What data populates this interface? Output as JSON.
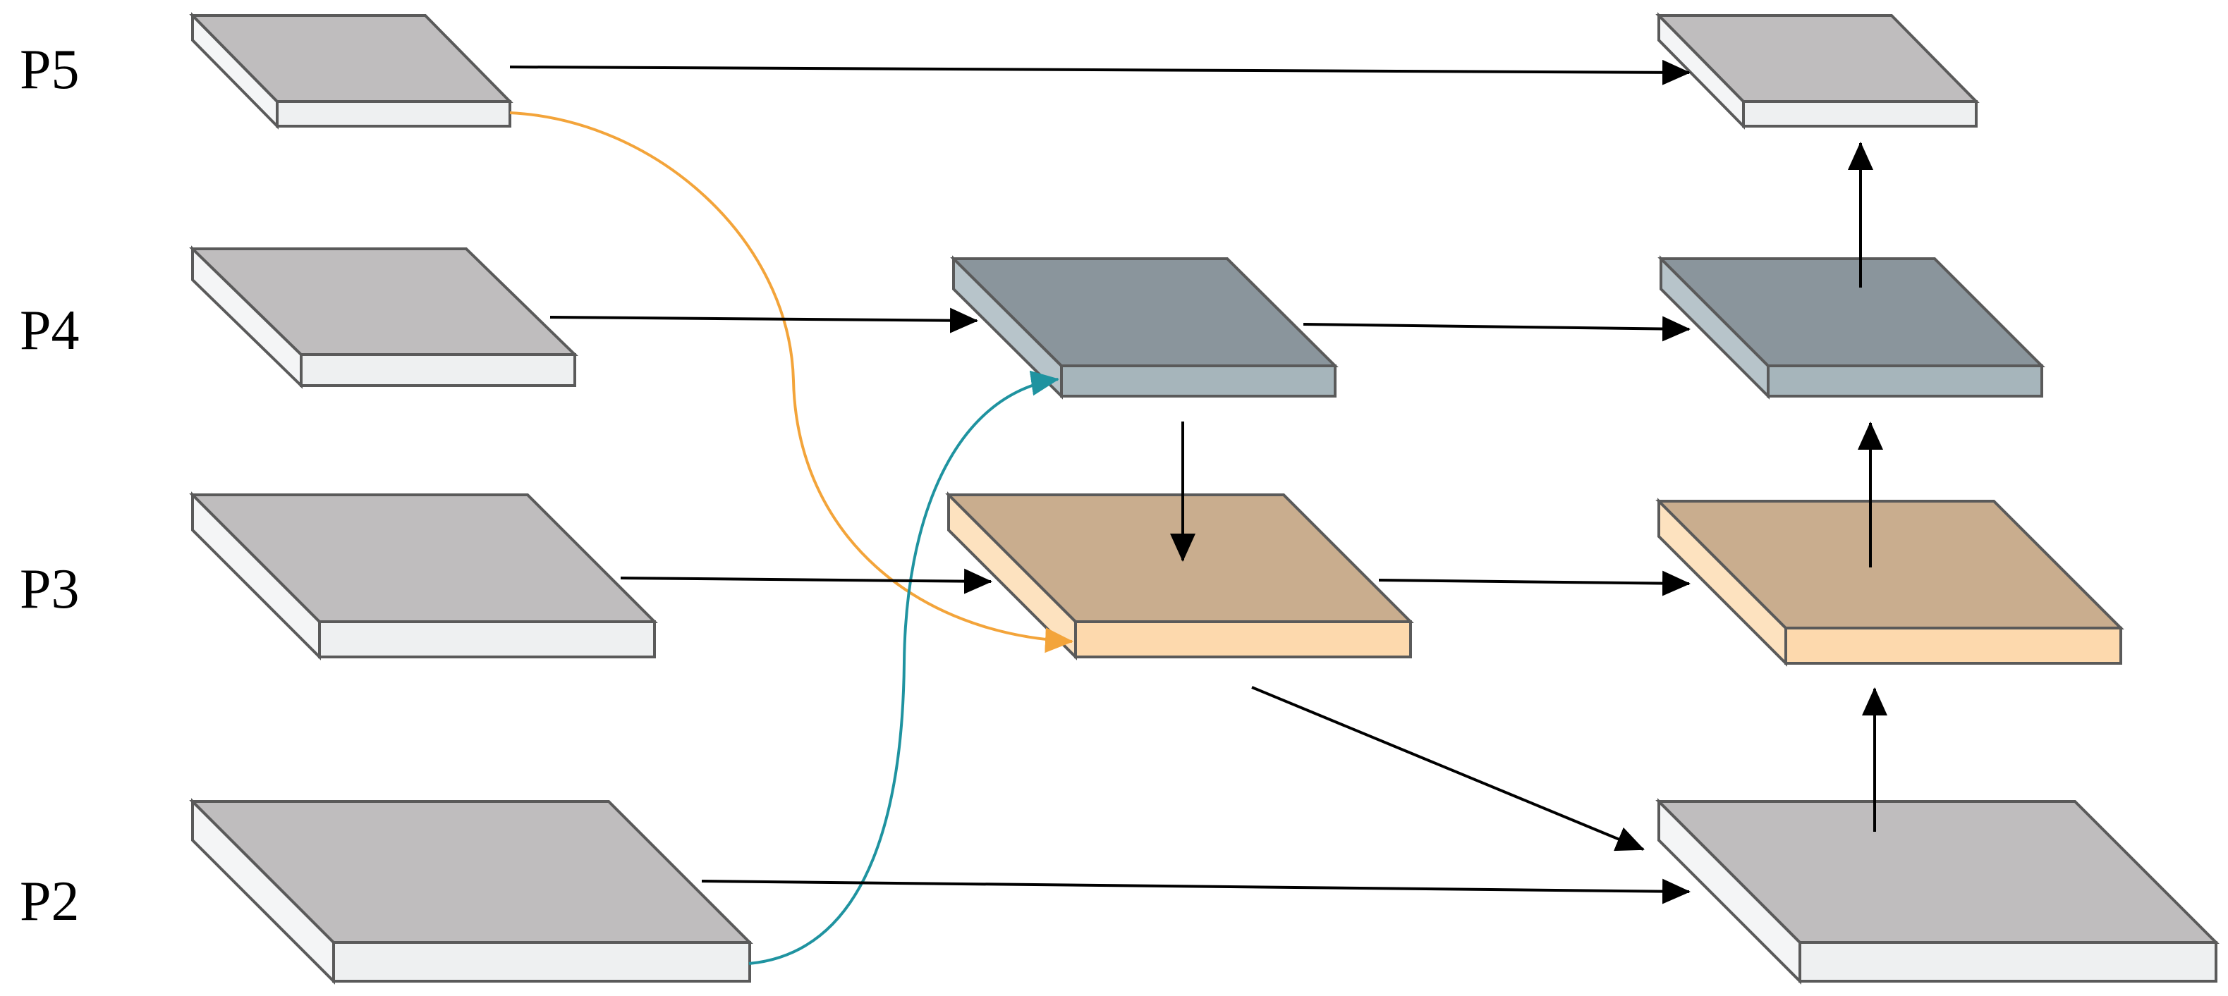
{
  "levels": {
    "p5": "P5",
    "p4": "P4",
    "p3": "P3",
    "p2": "P2"
  },
  "colors": {
    "gray_top": "#bfbdbe",
    "gray_front": "#eef0f1",
    "gray_side": "#f4f5f6",
    "slate_top": "#8a959c",
    "slate_front": "#a6b5bb",
    "slate_side": "#b7c4ca",
    "tan_top": "#c9ad8e",
    "tan_front": "#fdd9ad",
    "tan_side": "#fde2bf",
    "stroke": "#5a5a5a",
    "arrow": "#000000",
    "orange_curve": "#f3a43a",
    "teal_curve": "#1f93a0"
  }
}
